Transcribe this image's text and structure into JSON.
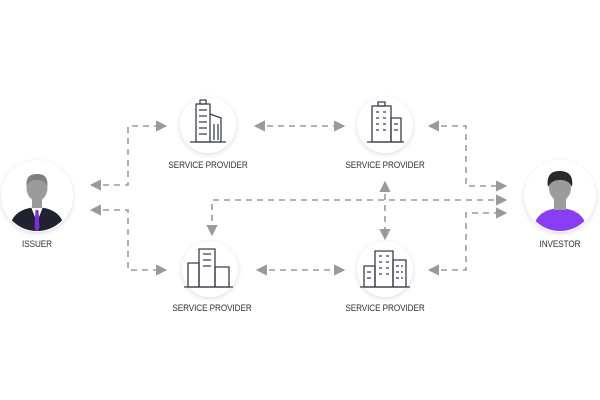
{
  "nodes": {
    "issuer": {
      "label": "ISSUER",
      "icon": "businessman-icon"
    },
    "investor": {
      "label": "INVESTOR",
      "icon": "person-icon",
      "accent": "#8b3df5"
    },
    "provider_top_left": {
      "label": "SERVICE PROVIDER",
      "icon": "office-building-icon"
    },
    "provider_top_right": {
      "label": "SERVICE PROVIDER",
      "icon": "office-building-icon"
    },
    "provider_bottom_left": {
      "label": "SERVICE PROVIDER",
      "icon": "office-building-icon"
    },
    "provider_bottom_right": {
      "label": "SERVICE PROVIDER",
      "icon": "office-building-icon"
    }
  },
  "colors": {
    "connector": "#9a9a9a",
    "icon_stroke": "#3a3f4b",
    "issuer_suit": "#1f2230",
    "issuer_tie": "#7b2fd6",
    "avatar_gray": "#9b9b9b",
    "investor_hair": "#2a2a2a"
  }
}
